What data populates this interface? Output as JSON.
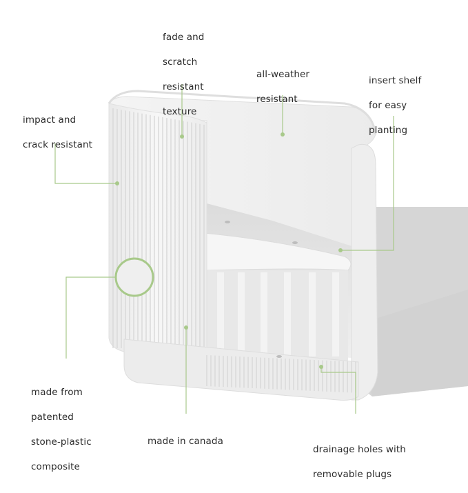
{
  "colors": {
    "accent": "#a8c98a",
    "text": "#2b2b2b",
    "planter": "#f2f2f2",
    "shadow": "#d9d9d9"
  },
  "features": [
    {
      "id": "fade",
      "lines": [
        "fade and",
        "scratch",
        "resistant",
        "texture"
      ]
    },
    {
      "id": "weather",
      "lines": [
        "all-weather",
        "resistant"
      ]
    },
    {
      "id": "shelf",
      "lines": [
        "insert shelf",
        "for easy",
        "planting"
      ]
    },
    {
      "id": "impact",
      "lines": [
        "impact and",
        "crack resistant"
      ]
    },
    {
      "id": "composite",
      "lines": [
        "made from",
        "patented",
        "stone-plastic",
        "composite"
      ]
    },
    {
      "id": "canada",
      "lines": [
        "made in canada"
      ]
    },
    {
      "id": "drainage",
      "lines": [
        "drainage holes with",
        "removable plugs"
      ]
    }
  ]
}
